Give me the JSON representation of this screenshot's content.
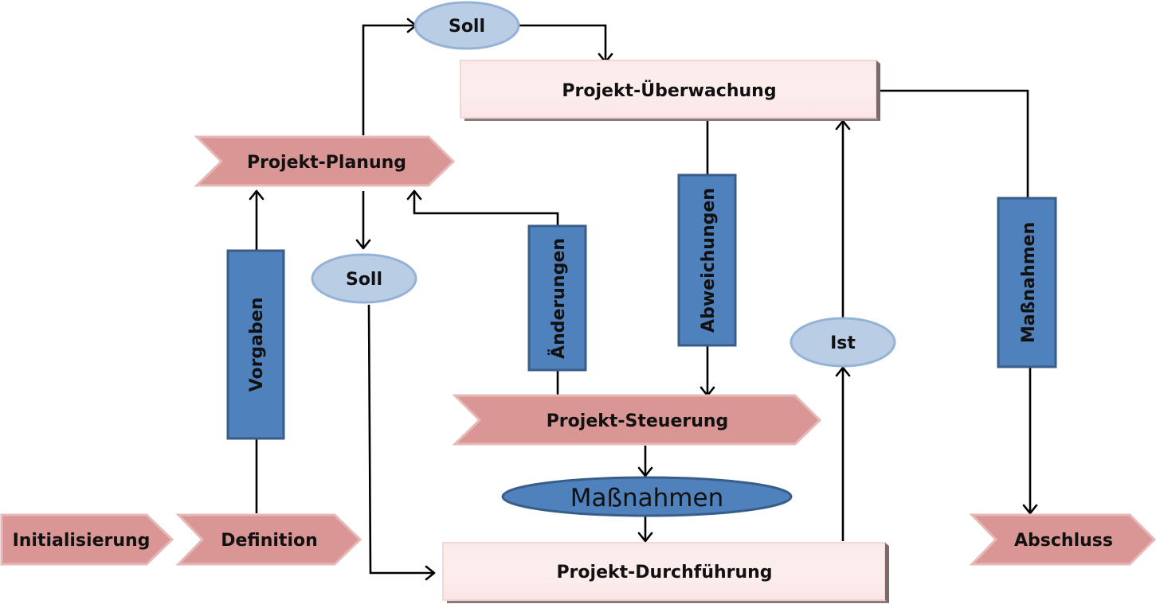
{
  "diagram": {
    "title": "",
    "colors": {
      "chevron_fill": "#d99694",
      "chevron_border": "#e6b9b8",
      "box_fill": "#fde9e9",
      "box_shadow": "#7f6f6f",
      "bar_fill": "#4f81bd",
      "bar_border": "#385d8a",
      "ellipse_light_fill": "#b9cde5",
      "ellipse_light_border": "#95b3d7",
      "ellipse_dark_fill": "#4f81bd",
      "ellipse_dark_border": "#385d8a"
    },
    "phases": {
      "initialisierung": "Initialisierung",
      "definition": "Definition",
      "planung": "Projekt-Planung",
      "steuerung": "Projekt-Steuerung",
      "abschluss": "Abschluss"
    },
    "boxes": {
      "ueberwachung": "Projekt-Überwachung",
      "durchfuehrung": "Projekt-Durchführung"
    },
    "bars": {
      "vorgaben": "Vorgaben",
      "aenderungen": "Änderungen",
      "abweichungen": "Abweichungen",
      "massnahmen_right": "Maßnahmen"
    },
    "ellipses": {
      "soll_top": "Soll",
      "soll_mid": "Soll",
      "ist": "Ist",
      "massnahmen_center": "Maßnahmen"
    }
  }
}
